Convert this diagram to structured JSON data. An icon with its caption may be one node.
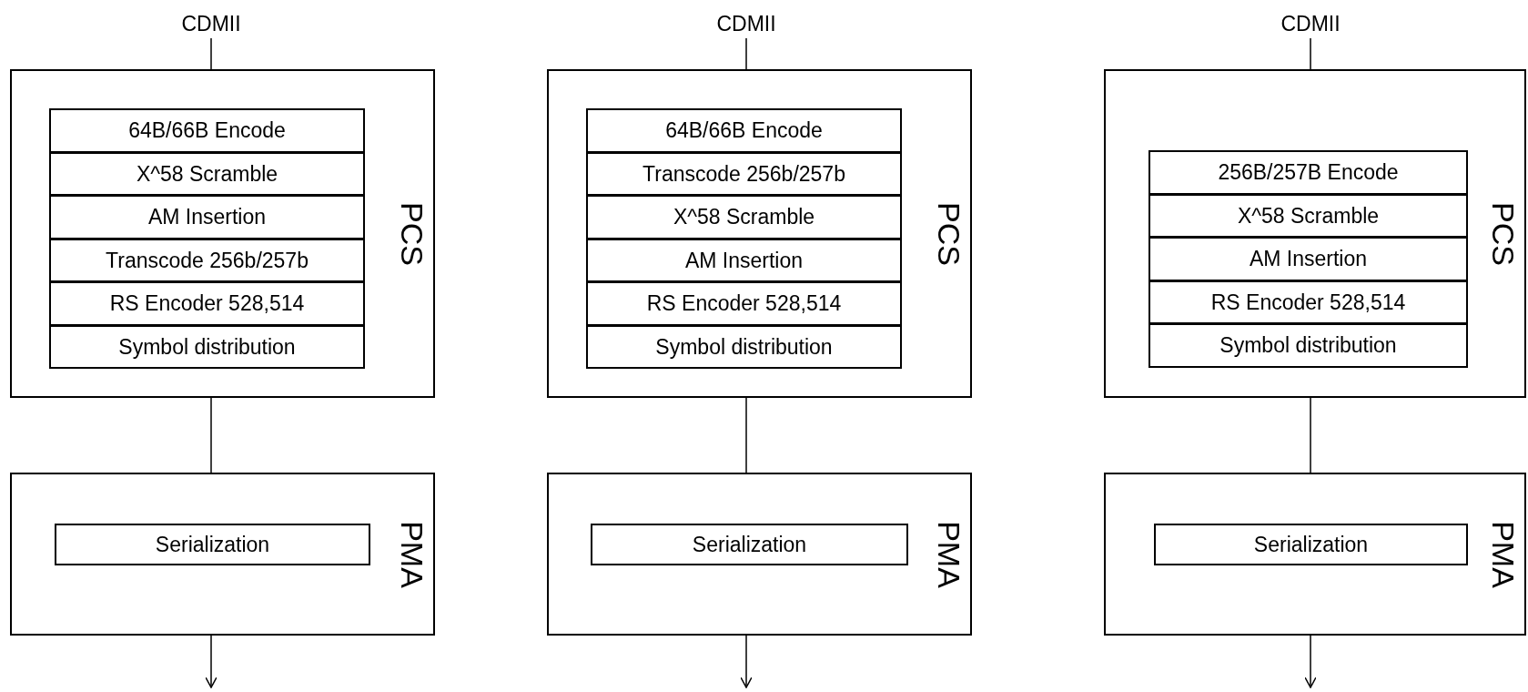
{
  "diagram": {
    "nodes": [
      {
        "text": [
          "CDMII"
        ]
      },
      {
        "text": [
          "PCS"
        ]
      },
      {
        "text": [
          "64B/66B Encode"
        ],
        "in": 1
      },
      {
        "text": [
          "X^58 Scramble"
        ],
        "in": 1
      },
      {
        "text": [
          "AM Insertion"
        ],
        "in": 1
      },
      {
        "text": [
          "Transcode 256b/257b"
        ],
        "in": 1
      },
      {
        "text": [
          "RS Encoder 528,514"
        ],
        "in": 1
      },
      {
        "text": [
          "Symbol distribution"
        ],
        "in": 1
      },
      {
        "text": [
          "PMA"
        ]
      },
      {
        "text": [
          "Serialization"
        ],
        "in": 8
      },
      {
        "text": [
          "CDMII"
        ]
      },
      {
        "text": [
          "PCS"
        ]
      },
      {
        "text": [
          "64B/66B Encode"
        ],
        "in": 11
      },
      {
        "text": [
          "Transcode 256b/257b"
        ],
        "in": 11
      },
      {
        "text": [
          "X^58 Scramble"
        ],
        "in": 11
      },
      {
        "text": [
          "AM Insertion"
        ],
        "in": 11
      },
      {
        "text": [
          "RS Encoder 528,514"
        ],
        "in": 11
      },
      {
        "text": [
          "Symbol distribution"
        ],
        "in": 11
      },
      {
        "text": [
          "PMA"
        ]
      },
      {
        "text": [
          "Serialization"
        ],
        "in": 18
      },
      {
        "text": [
          "CDMII"
        ]
      },
      {
        "text": [
          "PCS"
        ]
      },
      {
        "text": [
          "256B/257B Encode"
        ],
        "in": 21
      },
      {
        "text": [
          "X^58 Scramble"
        ],
        "in": 21
      },
      {
        "text": [
          "AM Insertion"
        ],
        "in": 21
      },
      {
        "text": [
          "RS Encoder 528,514"
        ],
        "in": 21
      },
      {
        "text": [
          "Symbol distribution"
        ],
        "in": 21
      },
      {
        "text": [
          "PMA"
        ]
      },
      {
        "text": [
          "Serialization"
        ],
        "in": 27
      }
    ],
    "edges": [
      {
        "from": 0,
        "to": 2,
        "arrow": "none"
      },
      {
        "from": 7,
        "to": 9,
        "arrow": "none"
      },
      {
        "from": 9,
        "to": null,
        "arrow": "to"
      },
      {
        "from": 10,
        "to": 12,
        "arrow": "none"
      },
      {
        "from": 17,
        "to": 19,
        "arrow": "none"
      },
      {
        "from": 19,
        "to": null,
        "arrow": "to"
      },
      {
        "from": 20,
        "to": 22,
        "arrow": "none"
      },
      {
        "from": 26,
        "to": 28,
        "arrow": "none"
      },
      {
        "from": 28,
        "to": null,
        "arrow": "to"
      }
    ]
  }
}
